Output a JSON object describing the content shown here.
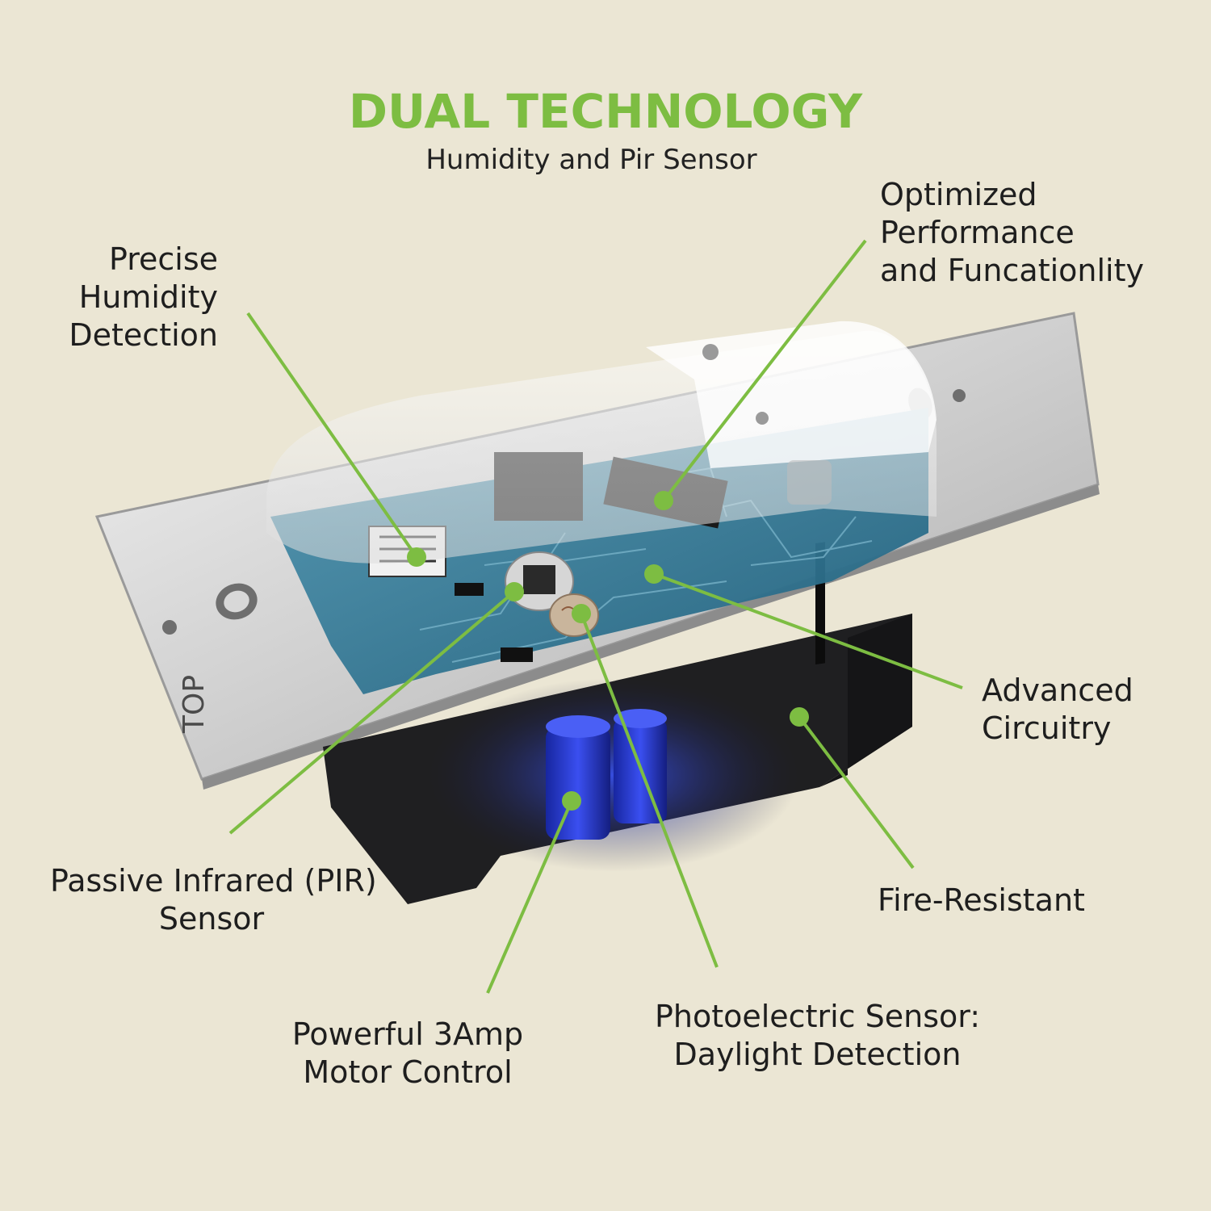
{
  "header": {
    "title": "DUAL TECHNOLOGY",
    "subtitle": "Humidity and Pir Sensor"
  },
  "callouts": {
    "humidity": [
      "Precise",
      "Humidity",
      "Detection"
    ],
    "performance": [
      "Optimized",
      "Performance",
      "and Funcationlity"
    ],
    "circuitry": [
      "Advanced",
      "Circuitry"
    ],
    "pir": [
      "Passive Infrared (PIR)",
      "Sensor"
    ],
    "fire": [
      "Fire-Resistant"
    ],
    "motor": [
      "Powerful 3Amp",
      "Motor Control"
    ],
    "photo": [
      "Photoelectric Sensor:",
      "Daylight Detection"
    ]
  },
  "product_marks": {
    "top_text": "TOP"
  },
  "colors": {
    "background": "#ebe6d4",
    "accent": "#7dbd42",
    "board": "#2e6f8c",
    "housing": "#1f1f21",
    "plate": "#c9c9c9",
    "motor": "#2436c8"
  }
}
